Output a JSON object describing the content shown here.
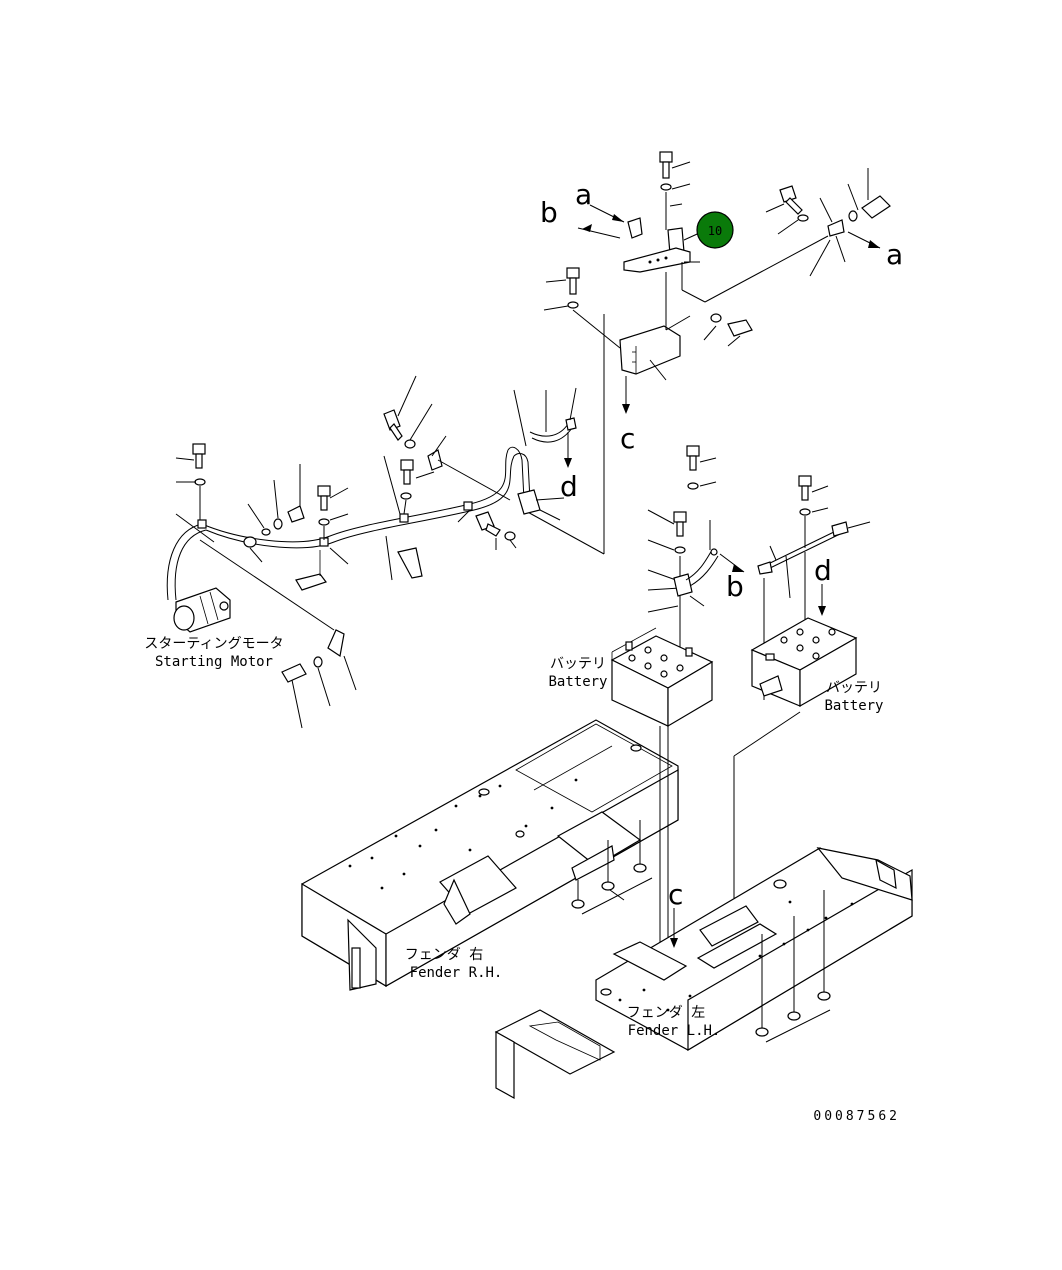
{
  "callout": {
    "number": "10",
    "color": "#0a7a0a"
  },
  "labels": {
    "starting_motor_jp": "スターティングモータ",
    "starting_motor_en": "Starting Motor",
    "battery_left_jp": "バッテリ",
    "battery_left_en": "Battery",
    "battery_right_jp": "バッテリ",
    "battery_right_en": "Battery",
    "fender_rh_jp": "フェンダ 右",
    "fender_rh_en": "Fender R.H.",
    "fender_lh_jp": "フェンダ 左",
    "fender_lh_en": "Fender L.H."
  },
  "refs": {
    "a_top": "a",
    "b_top": "b",
    "a_right": "a",
    "c_mid": "c",
    "d_mid": "d",
    "b_battery": "b",
    "d_battery": "d",
    "c_fender": "c"
  },
  "drawing_number": "00087562"
}
